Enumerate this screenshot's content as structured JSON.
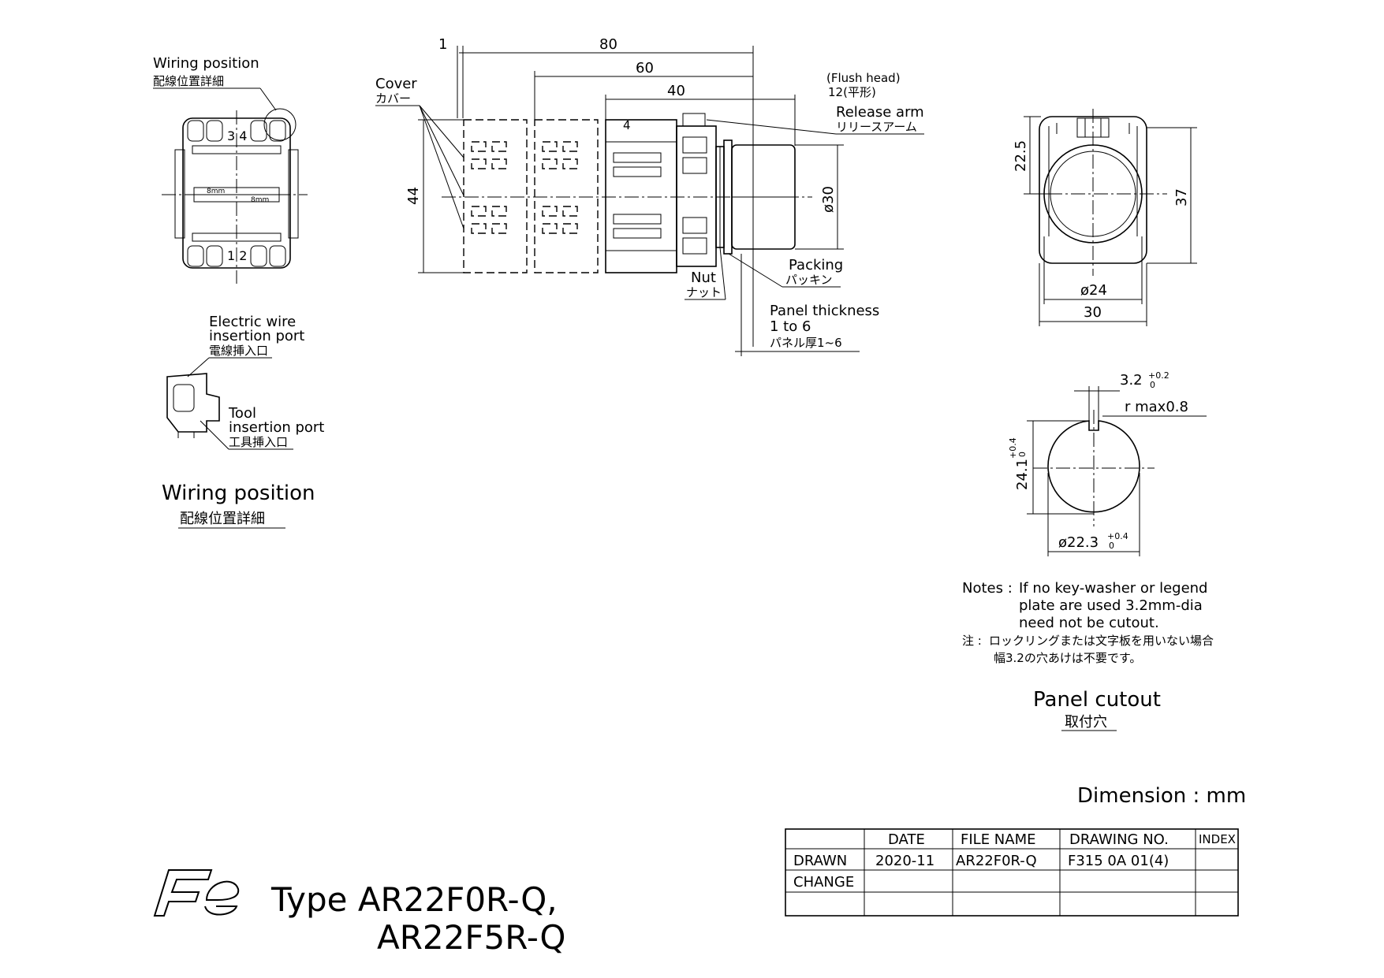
{
  "wiring_detail": {
    "label_en": "Wiring position",
    "label_jp": "配線位置詳細",
    "terminal_top": "3 4",
    "terminal_bottom": "1 2",
    "strip_label_a": "8mm",
    "strip_label_b": "8mm"
  },
  "wire_port": {
    "electric_en_1": "Electric wire",
    "electric_en_2": "insertion port",
    "electric_jp": "電線挿入口",
    "tool_en_1": "Tool",
    "tool_en_2": "insertion port",
    "tool_jp": "工具挿入口"
  },
  "wiring_caption": {
    "en": "Wiring position",
    "jp": "配線位置詳細"
  },
  "side_view": {
    "dim_1": "1",
    "dim_80": "80",
    "dim_60": "60",
    "dim_40": "40",
    "dim_44": "44",
    "dim_30": "ø30",
    "flush_en": "(Flush head)",
    "flush_jp": "12(平形)",
    "cover_en": "Cover",
    "cover_jp": "カバー",
    "release_en": "Release arm",
    "release_jp": "リリースアーム",
    "packing_en": "Packing",
    "packing_jp": "パッキン",
    "nut_en": "Nut",
    "nut_jp": "ナット",
    "panel_en_1": "Panel thickness",
    "panel_en_2": "1 to 6",
    "panel_jp": "パネル厚1~6",
    "terminal_no": "4"
  },
  "front_view": {
    "dim_22_5": "22.5",
    "dim_37": "37",
    "dim_24": "ø24",
    "dim_30": "30"
  },
  "panel_cutout": {
    "dim_key": "3.2",
    "dim_key_tol": "+0.2",
    "dim_key_tol0": "0",
    "radius": "r max0.8",
    "dim_24_1": "24.1",
    "dim_24_1_tol": "+0.4",
    "dim_24_1_tol0": "0",
    "dim_dia": "ø22.3",
    "dim_dia_tol": "+0.4",
    "dim_dia_tol0": "0",
    "caption_en": "Panel cutout",
    "caption_jp": "取付穴"
  },
  "notes": {
    "label": "Notes :",
    "line1": "If no key-washer or legend",
    "line2": "plate are used 3.2mm-dia",
    "line3": "need not be cutout.",
    "jp_label": "注 :",
    "jp_line1": "ロックリングまたは文字板を用いない場合",
    "jp_line2": "幅3.2の穴あけは不要です。"
  },
  "dimension_unit": "Dimension : mm",
  "title_block": {
    "headers": [
      "DATE",
      "FILE NAME",
      "DRAWING NO.",
      "INDEX"
    ],
    "rows": [
      {
        "label": "DRAWN",
        "date": "2020-11",
        "file": "AR22F0R-Q",
        "drawing": "F315 0A 01(4)",
        "index": ""
      },
      {
        "label": "CHANGE",
        "date": "",
        "file": "",
        "drawing": "",
        "index": ""
      },
      {
        "label": "",
        "date": "",
        "file": "",
        "drawing": "",
        "index": ""
      }
    ]
  },
  "logo_text": "Fe",
  "type_line1": "Type AR22F0R-Q,",
  "type_line2": "AR22F5R-Q"
}
